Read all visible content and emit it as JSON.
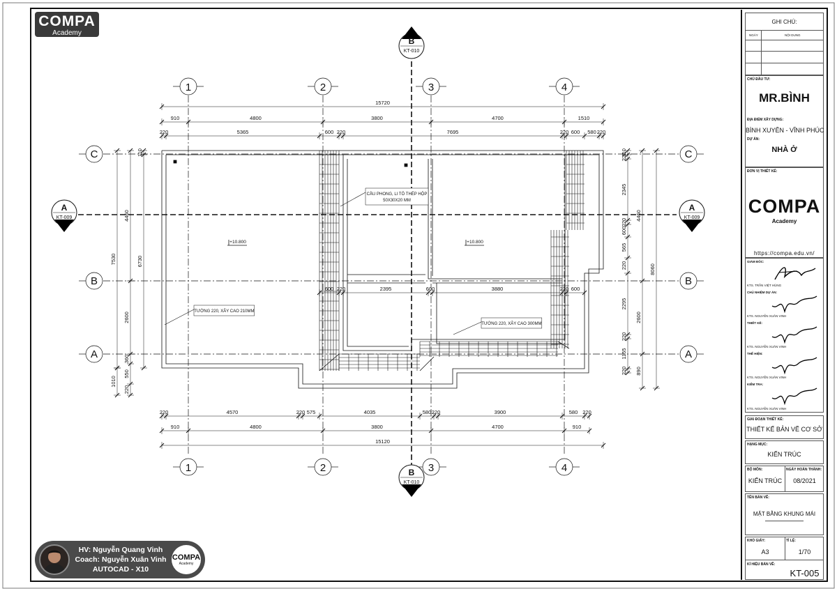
{
  "brand": {
    "name": "COMPA",
    "sub": "Academy"
  },
  "grid": {
    "columns": [
      "1",
      "2",
      "3",
      "4"
    ],
    "rows": [
      "C",
      "B",
      "A"
    ]
  },
  "sections": {
    "bb_label": "B",
    "bb_ref": "KT-010",
    "aa_label": "A",
    "aa_ref": "KT-009"
  },
  "dims_top": {
    "overall": "15720",
    "row1": [
      "910",
      "4800",
      "3800",
      "4700",
      "1510"
    ],
    "row2": [
      "220",
      "5365",
      "600",
      "220",
      "7695",
      "220",
      "600",
      "580",
      "220"
    ]
  },
  "dims_bottom": {
    "row1": [
      "220",
      "4570",
      "220",
      "575",
      "4035",
      "580",
      "220",
      "3900",
      "580",
      "220"
    ],
    "row2": [
      "910",
      "4800",
      "3800",
      "4700",
      "910"
    ],
    "overall": "15120"
  },
  "dims_left": {
    "outer": [
      "7530",
      "1010"
    ],
    "mid": [
      "4460",
      "2600",
      "360",
      "550",
      "220"
    ],
    "inner": [
      "6730",
      "110",
      "220",
      "220",
      "600",
      "220"
    ]
  },
  "dims_right": {
    "outer": "8060",
    "mid": [
      "4460",
      "2600",
      "890"
    ],
    "inner": [
      "110",
      "220",
      "2345",
      "220",
      "600",
      "565",
      "220",
      "2295",
      "220",
      "1155",
      "220"
    ]
  },
  "dims_interior": [
    "600",
    "220",
    "2395",
    "600",
    "3880",
    "220",
    "600"
  ],
  "elevations": [
    "+10.800",
    "+10.800"
  ],
  "notes": {
    "rafter_1": "CẦU PHONG, LI TÔ THÉP HỘP",
    "rafter_2": "50X30X20 MM",
    "wall_left": "TƯỜNG 220, XÂY CAO 210MM",
    "wall_right": "TƯỜNG 220, XÂY CAO 300MM"
  },
  "title_block": {
    "notes_title": "GHI CHÚ:",
    "col_date": "NGÀY",
    "col_content": "NỘI DUNG",
    "investor_label": "CHỦ ĐẦU TƯ:",
    "investor": "MR.BÌNH",
    "location_label": "ĐỊA ĐIỂM XÂY DỰNG:",
    "location": "BÌNH XUYÊN - VĨNH PHÚC",
    "project_label": "DỰ ÁN:",
    "project": "NHÀ Ở",
    "designer_label": "ĐƠN VỊ THIẾT KẾ:",
    "designer_logo": "COMPA",
    "designer_logo_sub": "Academy",
    "website": "https://compa.edu.vn/",
    "director_label": "GIÁM ĐỐC:",
    "director": "KTS. TRẦN VIỆT HÙNG",
    "lead_label": "CHỦ NHIỆM DỰ ÁN:",
    "lead": "KTS. NGUYỄN XUÂN VINH",
    "design_label": "THIẾT KẾ:",
    "design": "KTS. NGUYỄN XUÂN VINH",
    "drafter_label": "THỂ HIỆN:",
    "drafter": "KTS. NGUYỄN XUÂN VINH",
    "checker_label": "KIỂM TRA:",
    "checker": "KTS. NGUYỄN XUÂN VINH",
    "phase_label": "GIAI ĐOẠN THIẾT KẾ:",
    "phase": "THIẾT KẾ BẢN VẼ CƠ SỞ",
    "category_label": "HẠNG MỤC:",
    "category": "KIẾN TRÚC",
    "dept_label": "BỘ MÔN:",
    "dept": "KIẾN TRÚC",
    "date_label": "NGÀY HOÀN THÀNH:",
    "date": "08/2021",
    "sheet_name_label": "TÊN BẢN VẼ:",
    "sheet_name": "MẶT BẰNG KHUNG MÁI",
    "paper_label": "KHỔ GIẤY:",
    "paper": "A3",
    "scale_label": "TỈ LỆ:",
    "scale": "1/70",
    "code_label": "KÍ HIỆU BẢN VẼ:",
    "code": "KT-005"
  },
  "credit": {
    "student": "HV: Nguyễn Quang Vinh",
    "coach": "Coach: Nguyễn Xuân Vinh",
    "course": "AUTOCAD - X10",
    "logo": "COMPA",
    "logo_sub": "Academy"
  }
}
